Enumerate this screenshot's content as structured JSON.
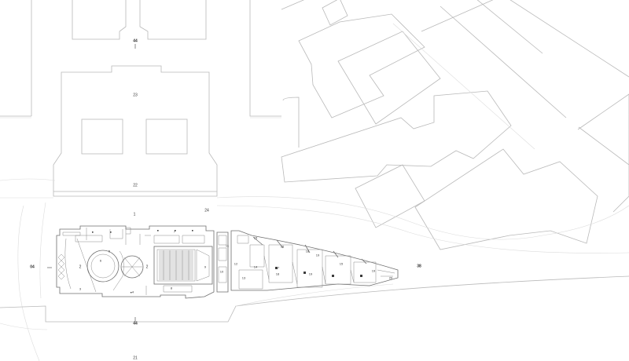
{
  "plan": {
    "labels": [
      {
        "id": "cut-top",
        "text": "44",
        "bold": true
      },
      {
        "id": "room-23",
        "text": "23"
      },
      {
        "id": "room-22",
        "text": "22"
      },
      {
        "id": "room-24",
        "text": "24"
      },
      {
        "id": "room-1",
        "text": "1"
      },
      {
        "id": "cut-left",
        "text": "04",
        "bold": true
      },
      {
        "id": "room-2a",
        "text": "2"
      },
      {
        "id": "room-3",
        "text": "3"
      },
      {
        "id": "room-6",
        "text": "6"
      },
      {
        "id": "room-5",
        "text": "5"
      },
      {
        "id": "room-2b",
        "text": "2"
      },
      {
        "id": "room-4",
        "text": "4"
      },
      {
        "id": "room-7",
        "text": "7"
      },
      {
        "id": "room-8",
        "text": "8"
      },
      {
        "id": "room-9",
        "text": "9"
      },
      {
        "id": "room-10",
        "text": "10"
      },
      {
        "id": "room-11",
        "text": "11"
      },
      {
        "id": "room-12",
        "text": "12"
      },
      {
        "id": "room-13",
        "text": "13"
      },
      {
        "id": "room-14",
        "text": "14"
      },
      {
        "id": "room-15a",
        "text": "15"
      },
      {
        "id": "room-15b",
        "text": "15"
      },
      {
        "id": "room-16",
        "text": "16"
      },
      {
        "id": "room-17",
        "text": "17"
      },
      {
        "id": "room-18a",
        "text": "18"
      },
      {
        "id": "room-18b",
        "text": "18"
      },
      {
        "id": "room-19a",
        "text": "19"
      },
      {
        "id": "room-19b",
        "text": "19"
      },
      {
        "id": "room-19c",
        "text": "19"
      },
      {
        "id": "room-20",
        "text": "20"
      },
      {
        "id": "cut-right",
        "text": "38",
        "bold": true
      },
      {
        "id": "cut-bottom",
        "text": "44",
        "bold": true
      },
      {
        "id": "room-21",
        "text": "21"
      }
    ]
  }
}
